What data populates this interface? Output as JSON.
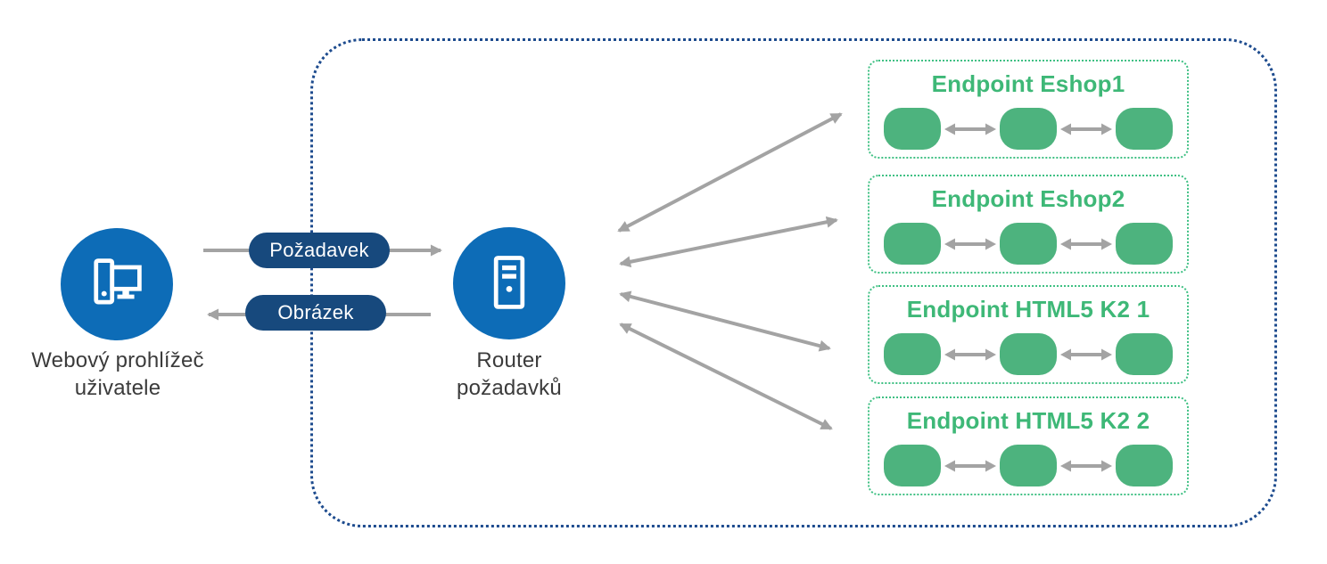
{
  "browser": {
    "label": [
      "Webový prohlížeč",
      "uživatele"
    ]
  },
  "router": {
    "label": [
      "Router",
      "požadavků"
    ]
  },
  "flows": {
    "request": {
      "label": "Požadavek",
      "direction": "right"
    },
    "response": {
      "label": "Obrázek",
      "direction": "left"
    }
  },
  "endpoints": [
    {
      "title": "Endpoint Eshop1",
      "node_count": 3
    },
    {
      "title": "Endpoint Eshop2",
      "node_count": 3
    },
    {
      "title": "Endpoint HTML5 K2 1",
      "node_count": 3
    },
    {
      "title": "Endpoint HTML5 K2 2",
      "node_count": 3
    }
  ],
  "icons": {
    "browser": "desktop-computer-icon",
    "router": "server-tower-icon"
  },
  "colors": {
    "azure_node": "#0d6cb7",
    "navy_pill": "#17497d",
    "container_border": "#1d4b8e",
    "green_fill": "#4db37e",
    "green_border": "#3fc083",
    "green_text": "#3eb877",
    "arrow_gray": "#a3a3a3",
    "label_text": "#3b3b3b"
  }
}
